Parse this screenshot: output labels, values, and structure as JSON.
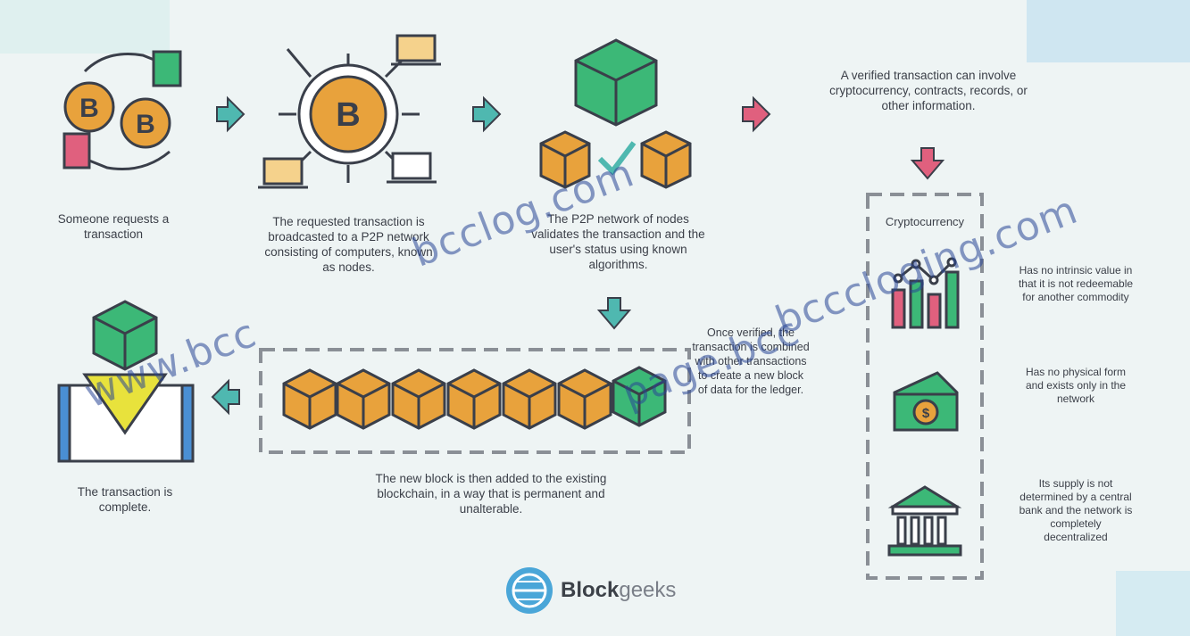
{
  "steps": {
    "request": "Someone requests a transaction",
    "broadcast": "The requested transaction is broadcasted to a P2P network consisting of computers, known as nodes.",
    "validate": "The P2P network of nodes validates the transaction and the user's status using known algorithms.",
    "verified": "A verified transaction can involve cryptocurrency, contracts, records, or other information.",
    "combined": "Once verified, the transaction is combined with other transactions to create a new block of data for the ledger.",
    "added": "The new block is then added to the existing blockchain, in a way that is permanent and unalterable.",
    "complete": "The transaction is complete."
  },
  "crypto": {
    "title": "Cryptocurrency",
    "notes": [
      "Has no intrinsic value in that it is not redeemable for another commodity",
      "Has no physical form and exists only in the network",
      "Its supply is not determined by a central bank and the network is completely decentralized"
    ]
  },
  "logo": {
    "name_bold": "Block",
    "name_light": "geeks"
  },
  "watermarks": [
    "www.bcc",
    "bcclog.com",
    "page.bcc",
    "bcccloging.com"
  ],
  "colors": {
    "arrow_teal": "#4fb8b0",
    "arrow_pink": "#e0607e",
    "box_orange": "#e8a23c",
    "box_green": "#3cb877",
    "dash": "#8a8f96"
  }
}
